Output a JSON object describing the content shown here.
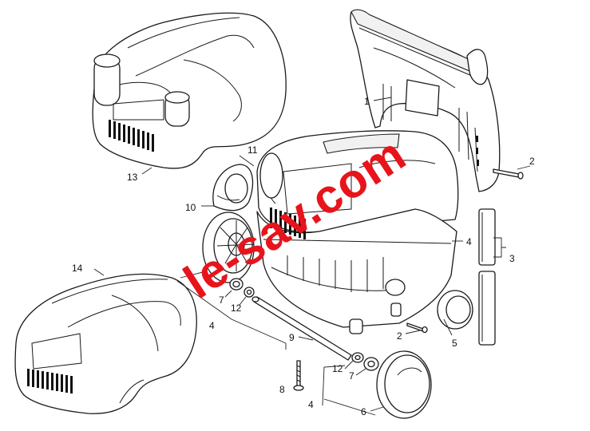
{
  "diagram": {
    "line_color": "#1a1a1a",
    "watermark": {
      "text": "le-sav.com",
      "color": "#e8141b"
    },
    "labels": [
      {
        "id": "l1",
        "text": "1"
      },
      {
        "id": "l2a",
        "text": "2"
      },
      {
        "id": "l2b",
        "text": "2"
      },
      {
        "id": "l3",
        "text": "3"
      },
      {
        "id": "l4a",
        "text": "4"
      },
      {
        "id": "l4b",
        "text": "4"
      },
      {
        "id": "l4c",
        "text": "4"
      },
      {
        "id": "l5",
        "text": "5"
      },
      {
        "id": "l6a",
        "text": "6"
      },
      {
        "id": "l6b",
        "text": "6"
      },
      {
        "id": "l7a",
        "text": "7"
      },
      {
        "id": "l7b",
        "text": "7"
      },
      {
        "id": "l8",
        "text": "8"
      },
      {
        "id": "l9",
        "text": "9"
      },
      {
        "id": "l10",
        "text": "10"
      },
      {
        "id": "l11",
        "text": "11"
      },
      {
        "id": "l12a",
        "text": "12"
      },
      {
        "id": "l12b",
        "text": "12"
      },
      {
        "id": "l13",
        "text": "13"
      },
      {
        "id": "l14",
        "text": "14"
      }
    ]
  }
}
